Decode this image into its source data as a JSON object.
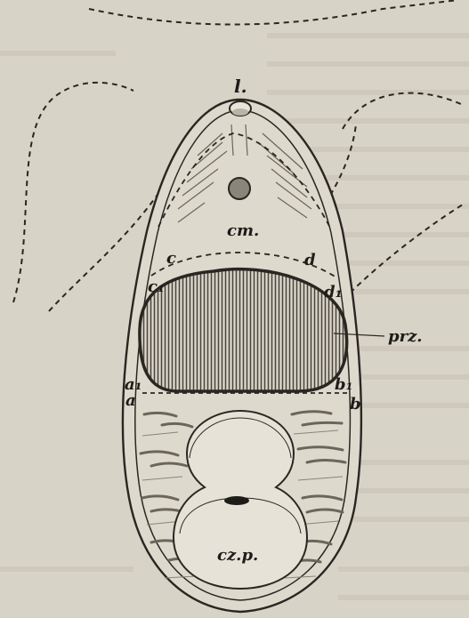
{
  "figure": {
    "labels": {
      "l": "l.",
      "cm": "cm.",
      "c": "c",
      "d": "d",
      "c1": "c₁",
      "d1": "d₁",
      "przewod": "prz.",
      "a1": "a₁",
      "b1": "b₁",
      "a": "a",
      "b": "b",
      "czp": "cz.p."
    },
    "colors": {
      "paper": "#d8d3c7",
      "background_text": "#c9c4b8",
      "ink": "#2a2722",
      "hatching": "#6b665c",
      "body_fill": "#ded9cd"
    }
  }
}
